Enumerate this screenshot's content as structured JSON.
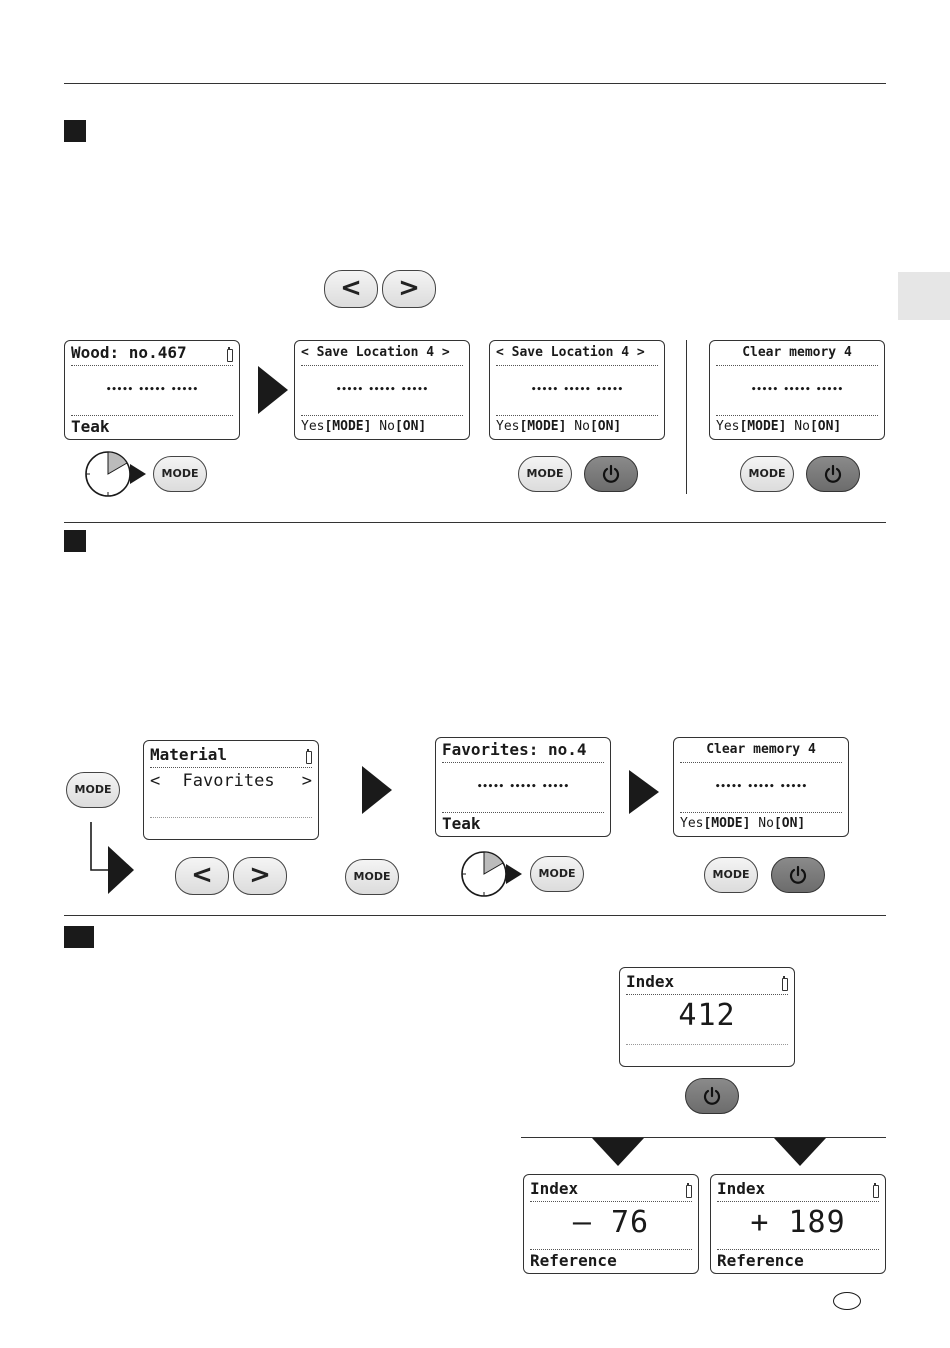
{
  "buttons": {
    "mode": "MODE",
    "prev": "<",
    "next": ">"
  },
  "section1": {
    "screen_wood": {
      "header": "Wood: no.467",
      "dots": "••••• ••••• •••••",
      "footer": "Teak"
    },
    "screen_save_a": {
      "header": "< Save Location 4 >",
      "dots": "••••• ••••• •••••",
      "yes": "Yes",
      "yes_key": "[MODE]",
      "no": "No",
      "no_key": "[ON]"
    },
    "screen_save_b": {
      "header": "< Save Location 4 >",
      "dots": "••••• ••••• •••••",
      "yes": "Yes",
      "yes_key": "[MODE]",
      "no": "No",
      "no_key": "[ON]"
    },
    "screen_clear": {
      "header": "Clear memory 4",
      "dots": "••••• ••••• •••••",
      "yes": "Yes",
      "yes_key": "[MODE]",
      "no": "No",
      "no_key": "[ON]"
    }
  },
  "section2": {
    "screen_material": {
      "header": "Material",
      "selector_left": "<",
      "selector_value": "Favorites",
      "selector_right": ">"
    },
    "screen_favorites": {
      "header": "Favorites: no.4",
      "dots": "••••• ••••• •••••",
      "footer": "Teak"
    },
    "screen_clear": {
      "header": "Clear memory 4",
      "dots": "••••• ••••• •••••",
      "yes": "Yes",
      "yes_key": "[MODE]",
      "no": "No",
      "no_key": "[ON]"
    }
  },
  "section3": {
    "screen_index": {
      "header": "Index",
      "value": "412"
    },
    "screen_minus": {
      "header": "Index",
      "value": "– 76",
      "footer": "Reference"
    },
    "screen_plus": {
      "header": "Index",
      "value": "+ 189",
      "footer": "Reference"
    }
  },
  "colors": {
    "power_button": "#7a7a7a",
    "button_face": "#e8e8e8",
    "side_tab": "#e6e6e6"
  },
  "icons": [
    "power-icon",
    "timer-icon",
    "arrow-right-icon",
    "arrow-down-icon",
    "battery-icon",
    "language-badge-icon"
  ]
}
